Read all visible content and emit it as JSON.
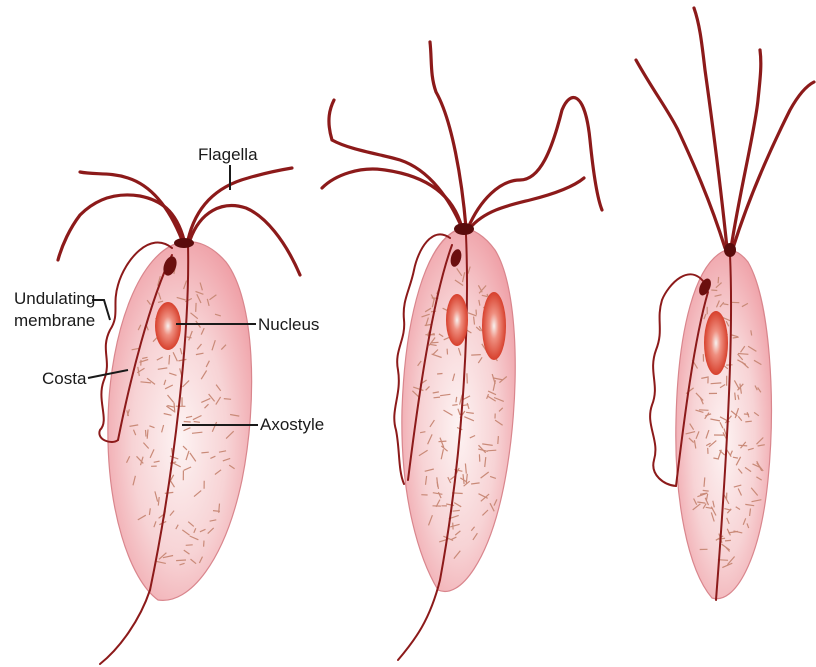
{
  "labels": {
    "flagella": "Flagella",
    "undulating_1": "Undulating",
    "undulating_2": "membrane",
    "nucleus": "Nucleus",
    "costa": "Costa",
    "axostyle": "Axostyle"
  },
  "colors": {
    "body_light": "#fbe9ea",
    "body_pink": "#f2b3b8",
    "body_edge": "#b04a50",
    "flagella": "#8c1a1a",
    "nucleus": "#d63a2a",
    "nucleus_highlight": "#f6f0ee",
    "rods": "#c98a78",
    "blepharoplast": "#5a0c0c"
  },
  "organisms": [
    {
      "name": "single-nucleus-form",
      "nuclei": 1
    },
    {
      "name": "binucleate-form",
      "nuclei": 2
    },
    {
      "name": "small-single-nucleus-form",
      "nuclei": 1
    }
  ]
}
